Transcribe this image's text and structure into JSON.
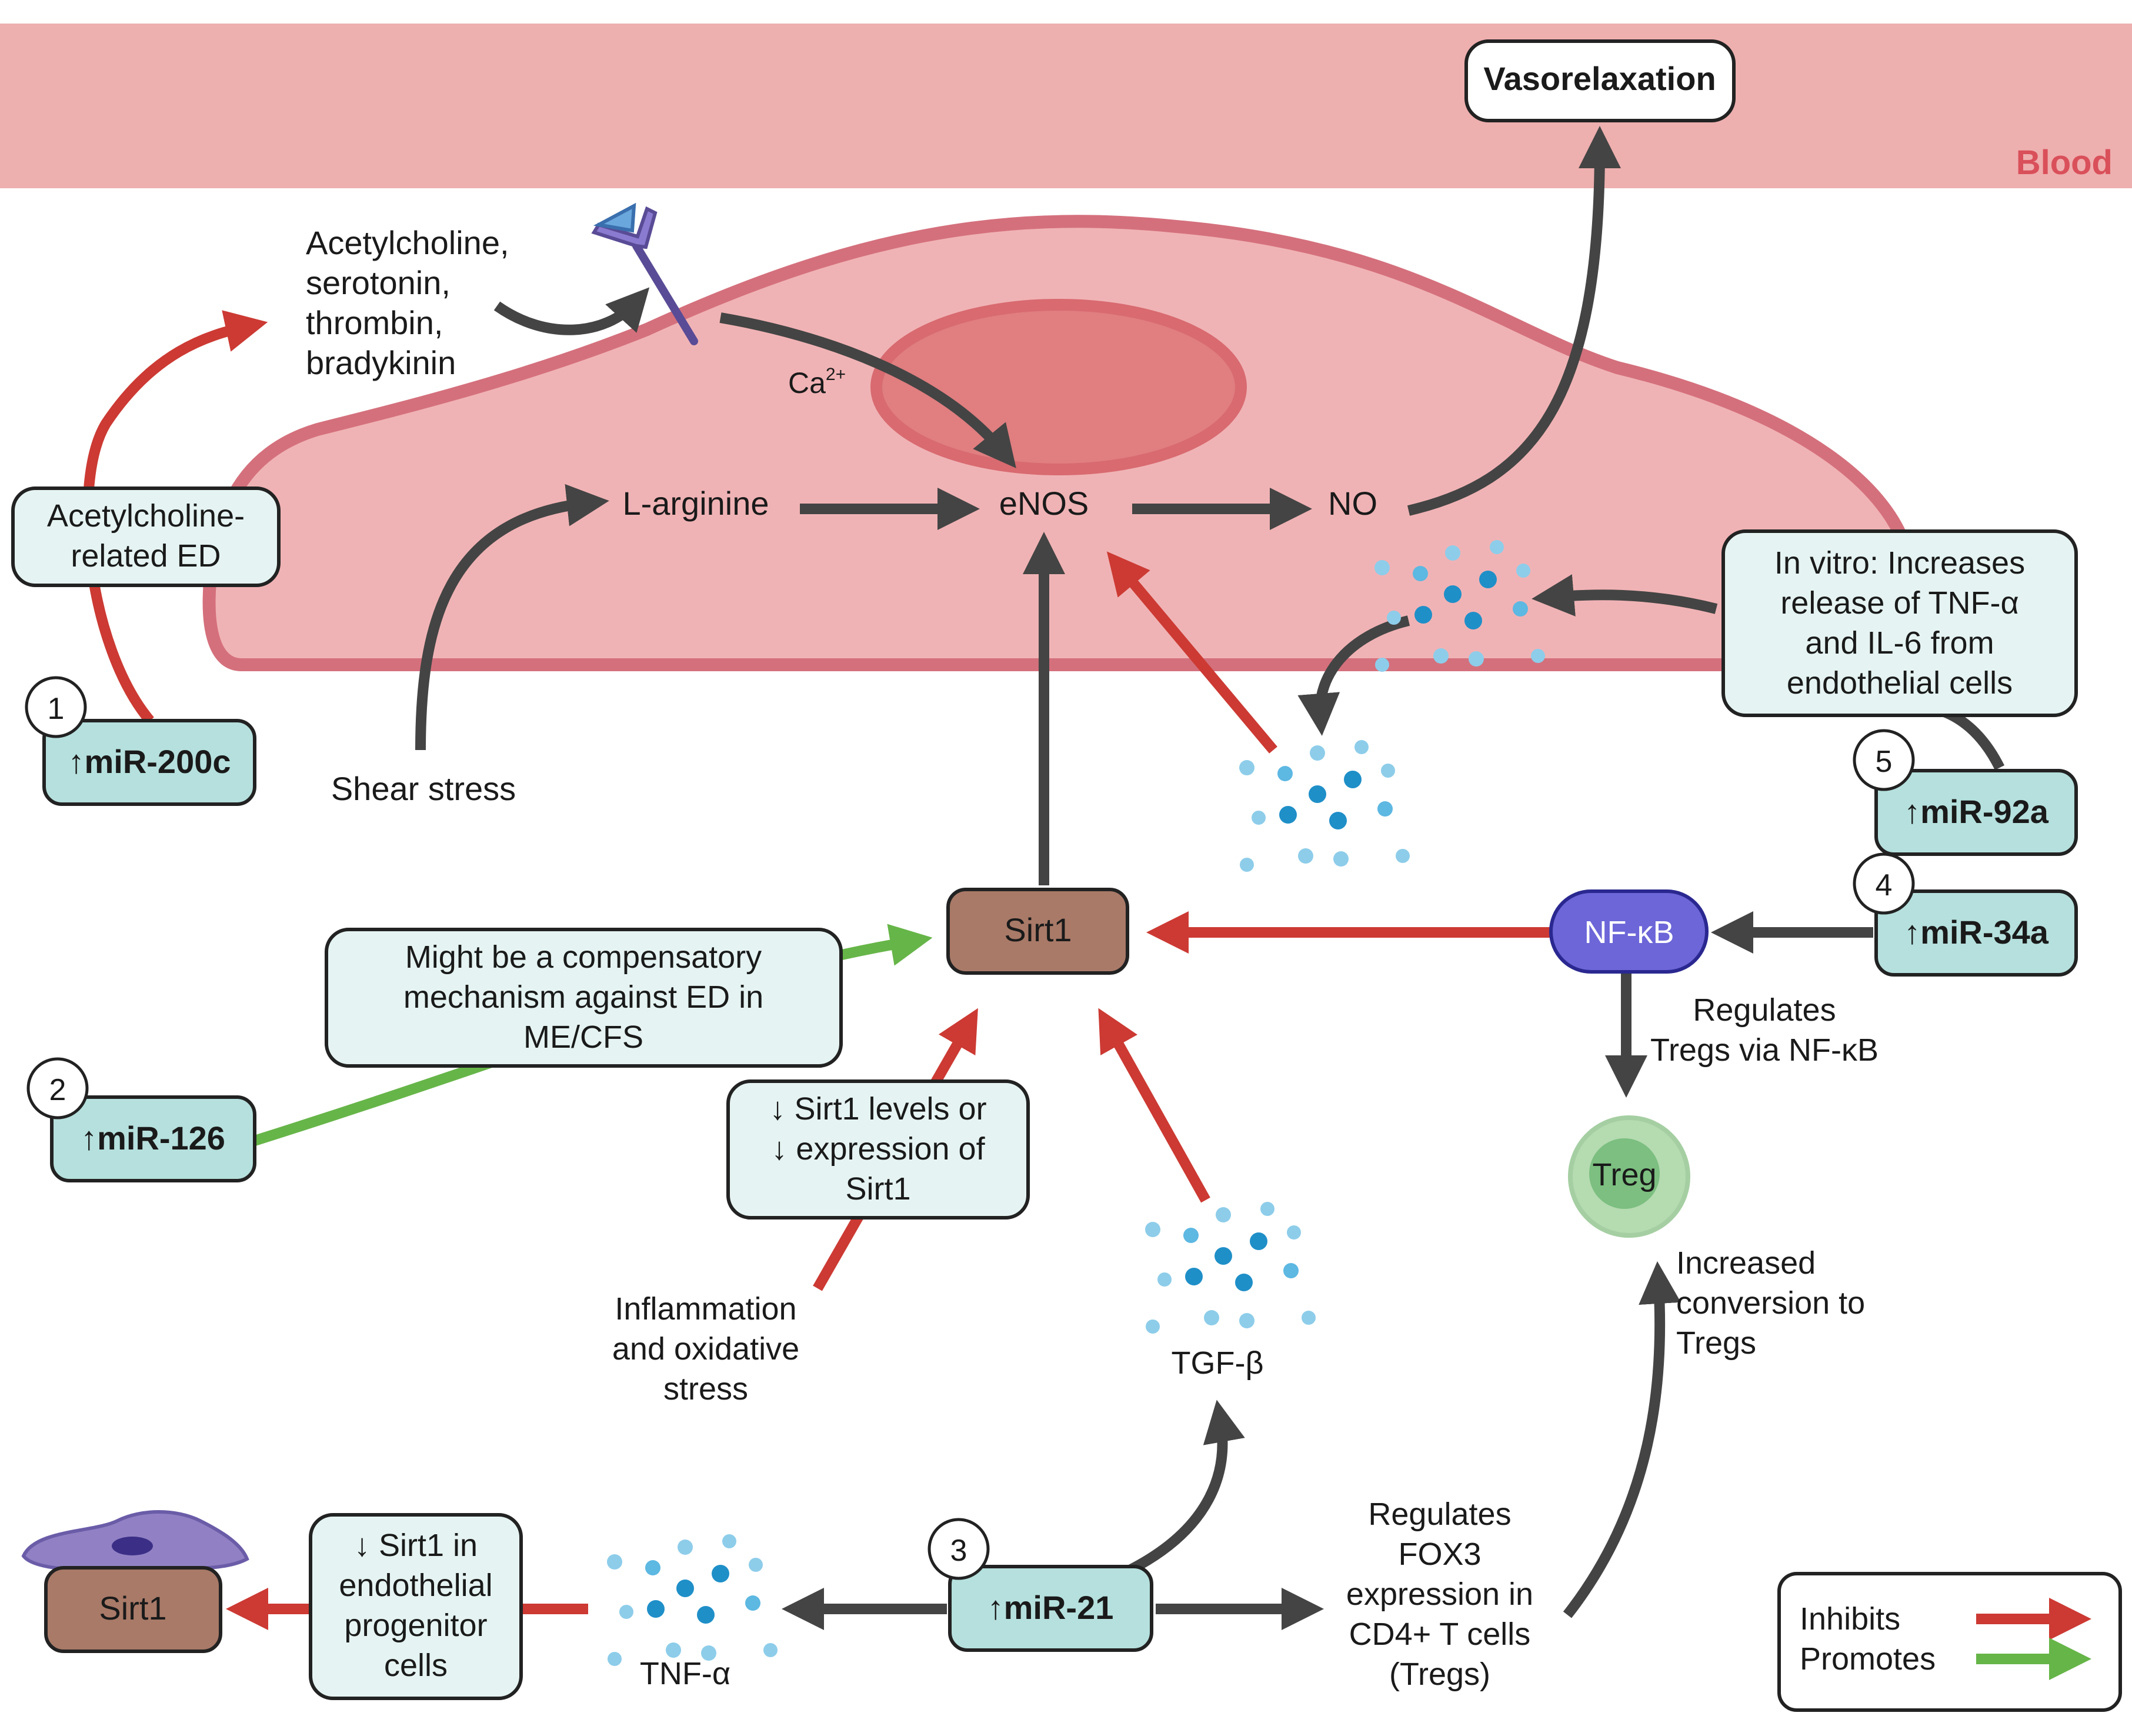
{
  "regions": {
    "blood_label": "Blood"
  },
  "outcomes": {
    "vasorelaxation": "Vasorelaxation"
  },
  "agonists": {
    "line1": "Acetylcholine,",
    "line2": "serotonin,",
    "line3": "thrombin,",
    "line4": "bradykinin"
  },
  "calcium": {
    "base": "Ca",
    "superscript": "2+"
  },
  "pathway": {
    "l_arginine": "L-arginine",
    "enos": "eNOS",
    "no": "NO",
    "shear_stress": "Shear stress",
    "sirt1": "Sirt1",
    "nfkb": "NF-κB",
    "treg": "Treg",
    "tgf_beta": "TGF-β",
    "tnf_alpha": "TNF-α",
    "epc_sirt1": "Sirt1"
  },
  "mirnas": [
    {
      "number": "1",
      "arrow": "↑",
      "label": "miR-200c"
    },
    {
      "number": "2",
      "arrow": "↑",
      "label": "miR-126"
    },
    {
      "number": "3",
      "arrow": "↑",
      "label": "miR-21"
    },
    {
      "number": "4",
      "arrow": "↑",
      "label": "miR-34a"
    },
    {
      "number": "5",
      "arrow": "↑",
      "label": "miR-92a"
    }
  ],
  "notes": {
    "ach_ed": [
      "Acetylcholine-",
      "related ED"
    ],
    "in_vitro": [
      "In vitro: Increases",
      "release of TNF-α",
      "and IL-6 from",
      "endothelial cells"
    ],
    "compensatory": [
      "Might be a compensatory",
      "mechanism against ED in",
      "ME/CFS"
    ],
    "sirt1_levels": [
      "↓ Sirt1 levels or",
      "↓ expression of",
      "Sirt1"
    ],
    "epc": [
      "↓ Sirt1 in",
      "endothelial",
      "progenitor",
      "cells"
    ],
    "inflammation": [
      "Inflammation",
      "and oxidative",
      "stress"
    ],
    "regulates_tregs": [
      "Regulates",
      "Tregs via NF-κB"
    ],
    "increased_conversion": [
      "Increased",
      "conversion to",
      "Tregs"
    ],
    "fox3": [
      "Regulates",
      "FOX3",
      "expression in",
      "CD4+ T cells",
      "(Tregs)"
    ]
  },
  "legend": {
    "inhibits": "Inhibits",
    "promotes": "Promotes"
  },
  "colors": {
    "blood": "#eeafaf",
    "blood_label": "#d9505a",
    "cell_fill": "#f0b3b5",
    "cell_border": "#d4707c",
    "nucleus_fill": "#e07e80",
    "inhibits_arrow": "#cc3a33",
    "promotes_arrow": "#66b548",
    "neutral_arrow": "#444444",
    "mirna_box": "#b5e0dd",
    "note_box": "#e5f4f2",
    "sirt1_box": "#a97a68",
    "nfkb_box": "#6c66d8",
    "treg_outer": "#b5dbb1",
    "treg_inner": "#7cbf80",
    "receptor": "#5a4b96",
    "epc_cell": "#9181c4"
  },
  "icons": [
    "receptor-icon",
    "cytokine-cluster-icon",
    "endothelial-progenitor-cell-icon",
    "treg-cell-icon"
  ]
}
